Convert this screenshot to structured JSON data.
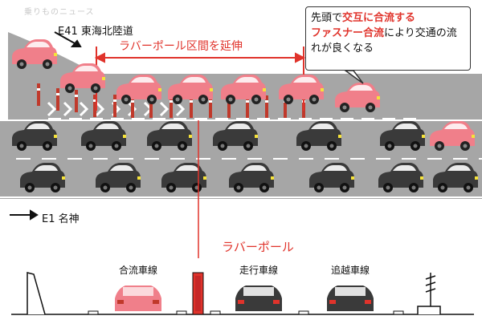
{
  "watermark": {
    "text": "乗りものニュース"
  },
  "diagram": {
    "route_top": "E41 東海北陸道",
    "route_bottom": "E1 名神",
    "extension_label": "ラバーポール区間を延伸",
    "pole_label": "ラバーポール",
    "callout": {
      "part1": "先頭で",
      "part2": "交互に合流する",
      "part3": "ファスナー合流",
      "part4": "により交通の流れが良くなる"
    },
    "lanes": {
      "merge": "合流車線",
      "driving": "走行車線",
      "passing": "追越車線"
    }
  },
  "colors": {
    "road": "#a6a6a6",
    "pink_car": "#f07f8a",
    "dark_car": "#3a3a3a",
    "accent_red": "#e0332b",
    "headlight": "#f5e23a"
  }
}
